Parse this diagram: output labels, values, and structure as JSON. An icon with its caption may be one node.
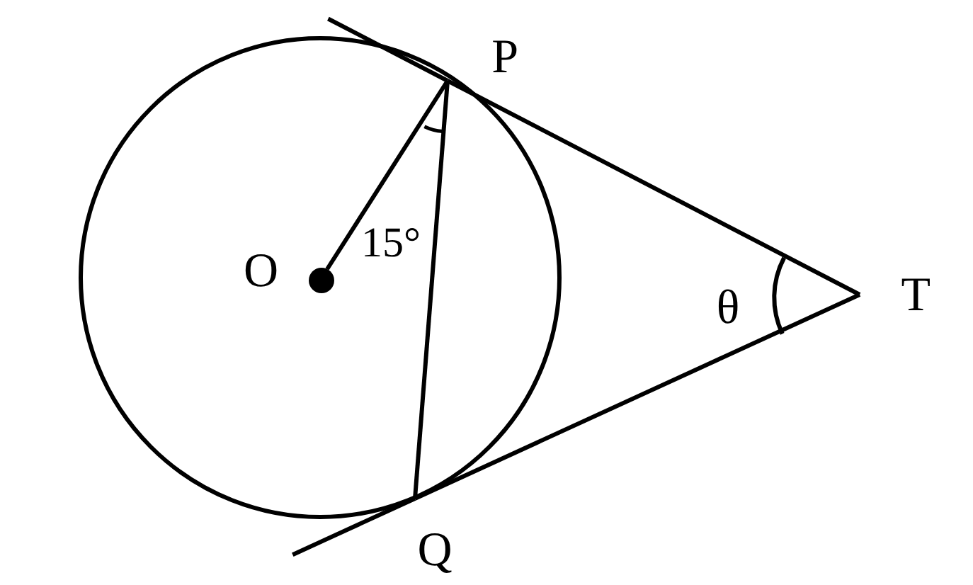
{
  "diagram": {
    "nodes": [
      {
        "text": [
          "P"
        ]
      },
      {
        "text": [
          "O"
        ]
      },
      {
        "text": [
          "T"
        ]
      },
      {
        "text": [
          "Q"
        ]
      }
    ],
    "edges": [
      {
        "from": 1,
        "to": 0,
        "arrow": "none"
      },
      {
        "from": 0,
        "to": 3,
        "arrow": "none"
      },
      {
        "from": 2,
        "to": 0,
        "arrow": "none"
      },
      {
        "from": 2,
        "to": 3,
        "arrow": "none"
      }
    ],
    "labels": [
      "15°",
      "θ"
    ]
  }
}
